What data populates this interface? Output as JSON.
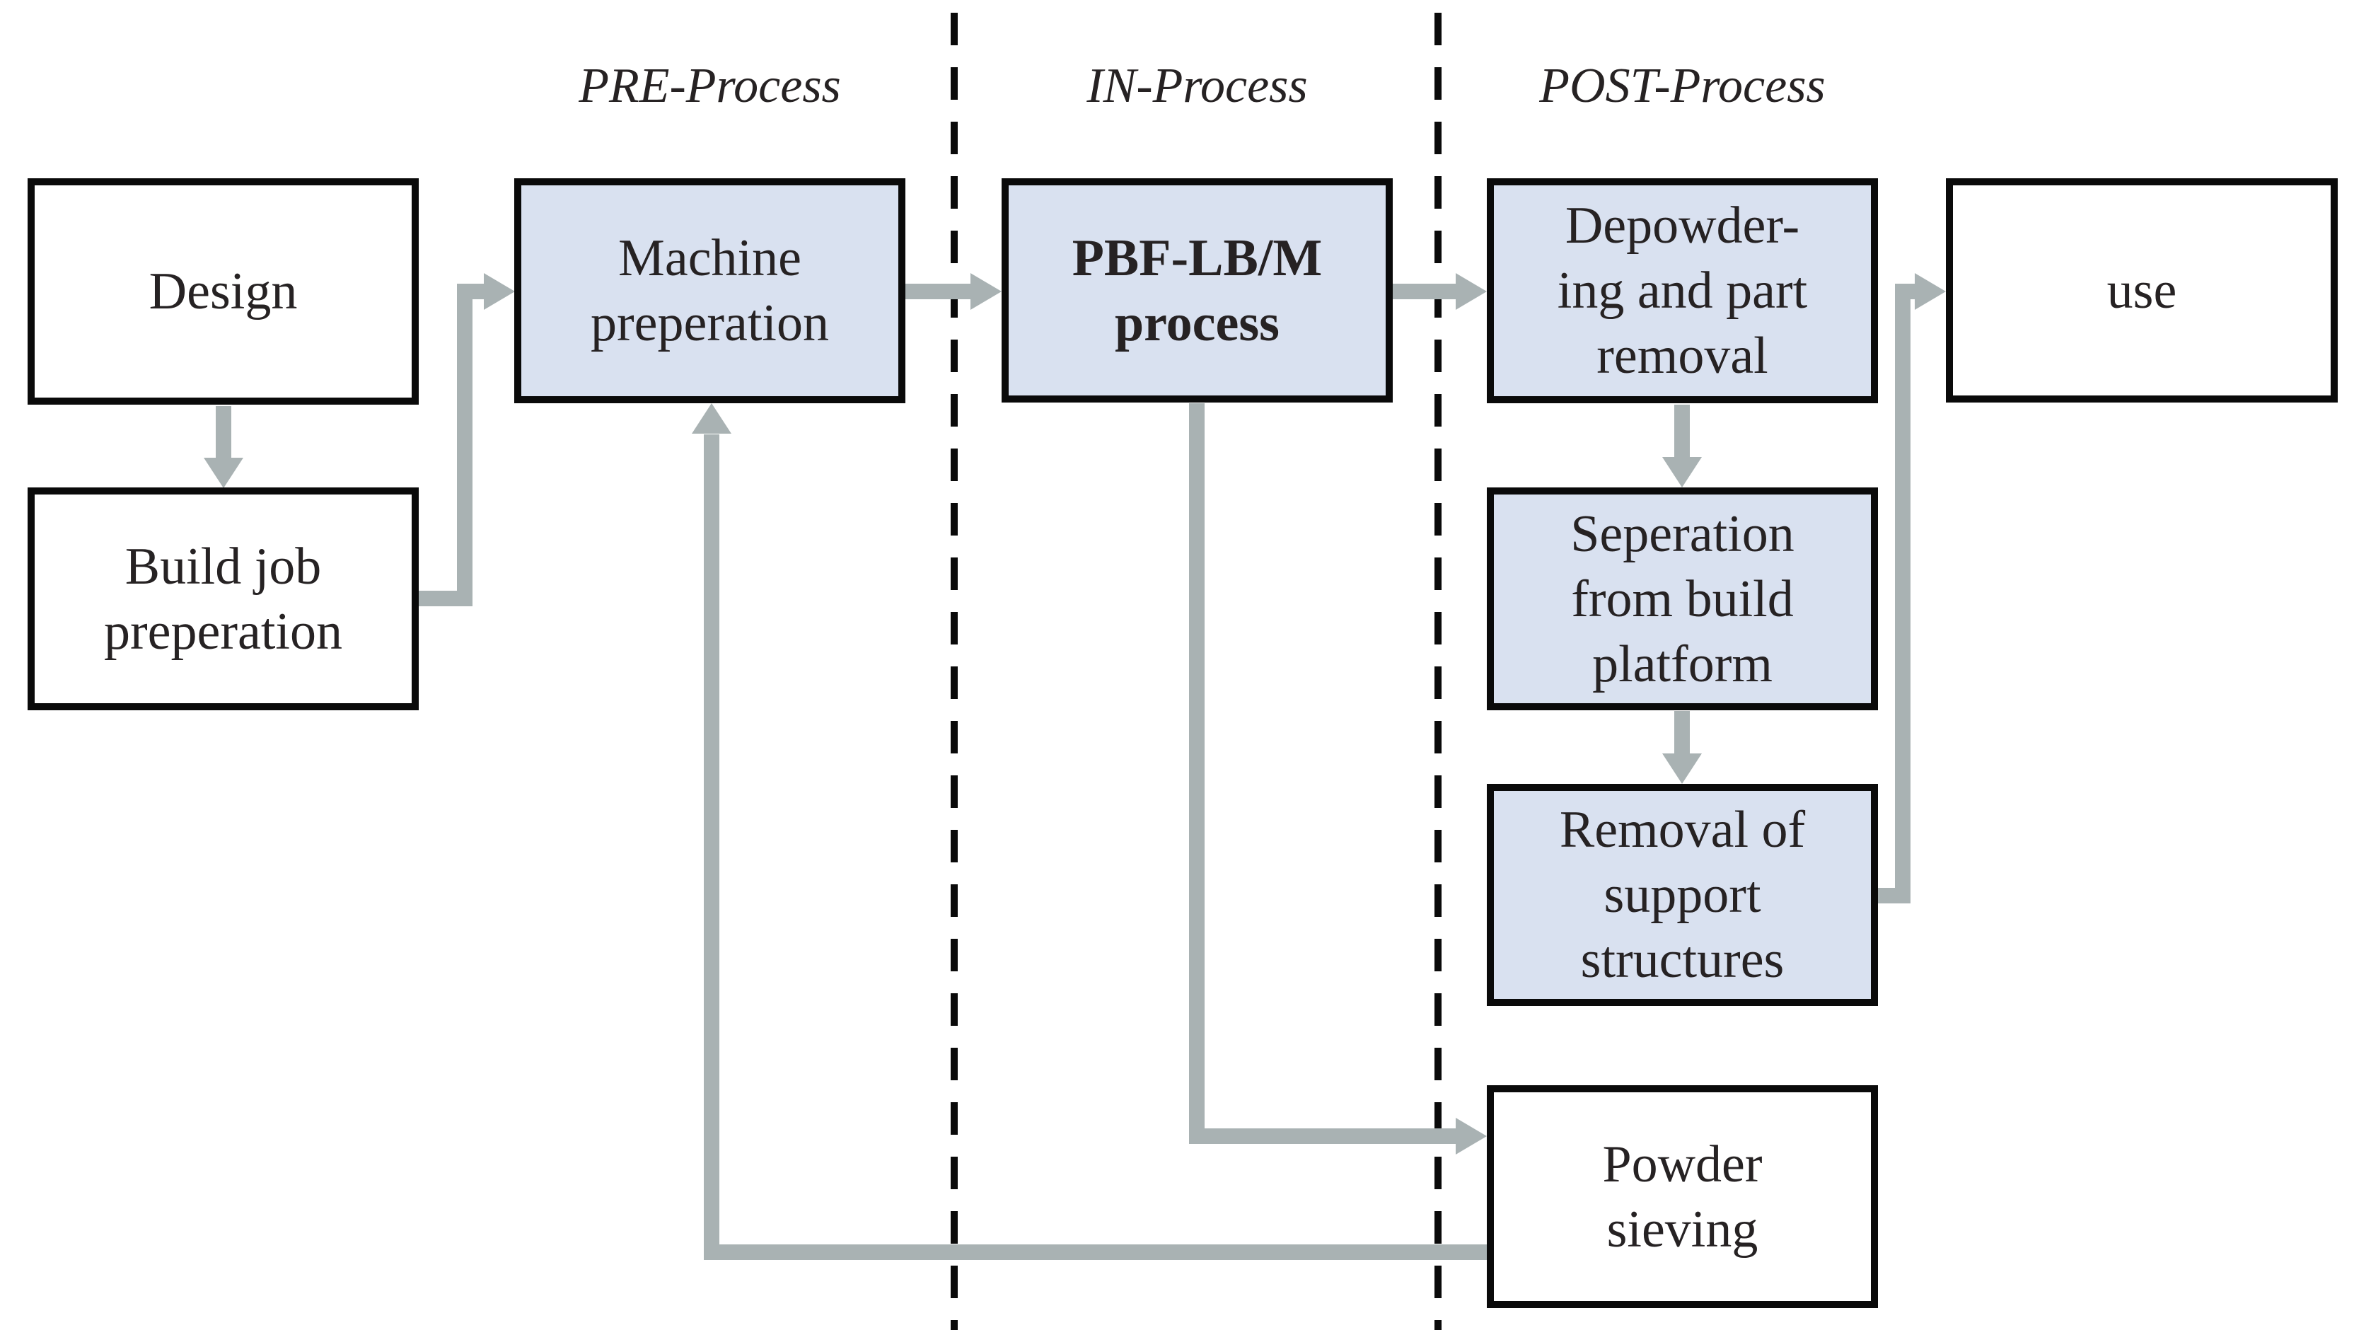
{
  "figure_type": "process-flow-diagram",
  "phases": [
    {
      "id": "pre",
      "label": "PRE-Process"
    },
    {
      "id": "in",
      "label": "IN-Process"
    },
    {
      "id": "post",
      "label": "POST-Process"
    }
  ],
  "boxes": {
    "design": {
      "lines": [
        "Design"
      ],
      "fill": "white",
      "phase": "pre"
    },
    "build_job": {
      "lines": [
        "Build job",
        "preperation"
      ],
      "fill": "white",
      "phase": "pre"
    },
    "machine": {
      "lines": [
        "Machine",
        "preperation"
      ],
      "fill": "blue",
      "phase": "pre"
    },
    "pbf": {
      "lines": [
        "PBF-LB/M",
        "process"
      ],
      "fill": "blue",
      "bold": true,
      "phase": "in"
    },
    "depowdering": {
      "lines": [
        "Depowder-",
        "ing and part",
        "removal"
      ],
      "fill": "blue",
      "phase": "post"
    },
    "use": {
      "lines": [
        "use"
      ],
      "fill": "white",
      "phase": "post"
    },
    "separation": {
      "lines": [
        "Seperation",
        "from build",
        "platform"
      ],
      "fill": "blue",
      "phase": "post"
    },
    "removal": {
      "lines": [
        "Removal of",
        "support",
        "structures"
      ],
      "fill": "blue",
      "phase": "post"
    },
    "powder": {
      "lines": [
        "Powder",
        "sieving"
      ],
      "fill": "white",
      "phase": "post"
    }
  },
  "connections": [
    {
      "from": "design",
      "to": "build_job",
      "route": "straight-down"
    },
    {
      "from": "build_job",
      "to": "machine",
      "route": "right-up-right elbow into left edge"
    },
    {
      "from": "machine",
      "to": "pbf",
      "route": "straight-right"
    },
    {
      "from": "pbf",
      "to": "depowdering",
      "route": "straight-right"
    },
    {
      "from": "depowdering",
      "to": "separation",
      "route": "straight-down"
    },
    {
      "from": "separation",
      "to": "removal",
      "route": "straight-down"
    },
    {
      "from": "removal",
      "to": "use",
      "route": "right-up-right elbow into left edge"
    },
    {
      "from": "pbf",
      "to": "powder",
      "route": "down-right elbow into left edge"
    },
    {
      "from": "powder",
      "to": "machine",
      "route": "left-up elbow into bottom edge"
    }
  ],
  "colors": {
    "box_fill_blue": "#d9e1f0",
    "box_fill_white": "#ffffff",
    "box_border": "#0a0a0a",
    "arrow": "#a9b2b3",
    "dash": "#0a0a0a",
    "text": "#262223",
    "bg": "#ffffff"
  }
}
